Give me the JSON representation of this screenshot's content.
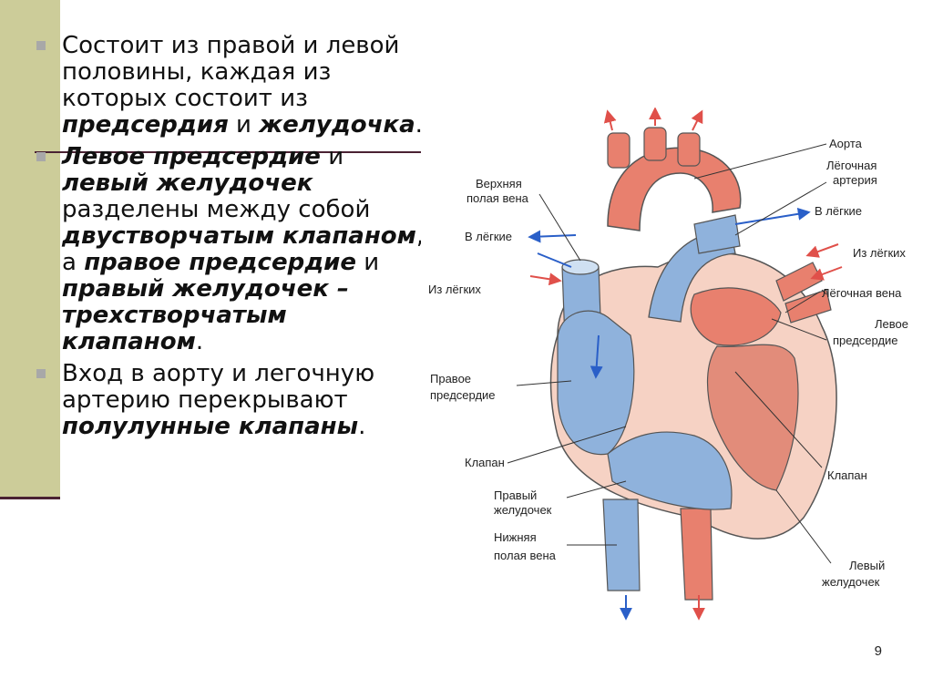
{
  "slide": {
    "page_number": "9"
  },
  "bullets": [
    {
      "parts": [
        {
          "t": "Состоит из правой и левой половины, каждая из которых состоит из ",
          "b": false
        },
        {
          "t": "предсердия",
          "b": true
        },
        {
          "t": " и ",
          "b": false
        },
        {
          "t": "желудочка",
          "b": true
        },
        {
          "t": ".",
          "b": false
        }
      ]
    },
    {
      "parts": [
        {
          "t": "Левое предсердие",
          "b": true
        },
        {
          "t": " и ",
          "b": false
        },
        {
          "t": "левый желудочек",
          "b": true
        },
        {
          "t": " разделены между собой ",
          "b": false
        },
        {
          "t": "двустворчатым клапаном",
          "b": true
        },
        {
          "t": ", а ",
          "b": false
        },
        {
          "t": "правое предсердие",
          "b": true
        },
        {
          "t": " и ",
          "b": false
        },
        {
          "t": "правый желудочек – трехстворчатым клапаном",
          "b": true
        },
        {
          "t": ".",
          "b": false
        }
      ]
    },
    {
      "parts": [
        {
          "t": "Вход в аорту и легочную артерию перекрывают ",
          "b": false
        },
        {
          "t": "полулунные клапаны",
          "b": true
        },
        {
          "t": ".",
          "b": false
        }
      ]
    }
  ],
  "diagram": {
    "labels": {
      "aorta": "Аорта",
      "pulmonary_artery_1": "Лёгочная",
      "pulmonary_artery_2": "артерия",
      "svc_1": "Верхняя",
      "svc_2": "полая вена",
      "to_lungs_left": "В лёгкие",
      "to_lungs_right": "В лёгкие",
      "from_lungs_right": "Из лёгких",
      "from_lungs_left": "Из лёгких",
      "pulmonary_vein": "Лёгочная вена",
      "left_atrium_1": "Левое",
      "left_atrium_2": "предсердие",
      "right_atrium_1": "Правое",
      "right_atrium_2": "предсердие",
      "valve_left": "Клапан",
      "valve_right": "Клапан",
      "right_ventricle_1": "Правый",
      "right_ventricle_2": "желудочек",
      "ivc_1": "Нижняя",
      "ivc_2": "полая вена",
      "left_ventricle_1": "Левый",
      "left_ventricle_2": "желудочек"
    },
    "colors": {
      "oxygen_rich": "#e8806e",
      "oxygen_poor": "#8fb2dc",
      "muscle": "#f6d2c4",
      "arrow_red": "#e0504a",
      "arrow_blue": "#2a5fc8"
    }
  }
}
